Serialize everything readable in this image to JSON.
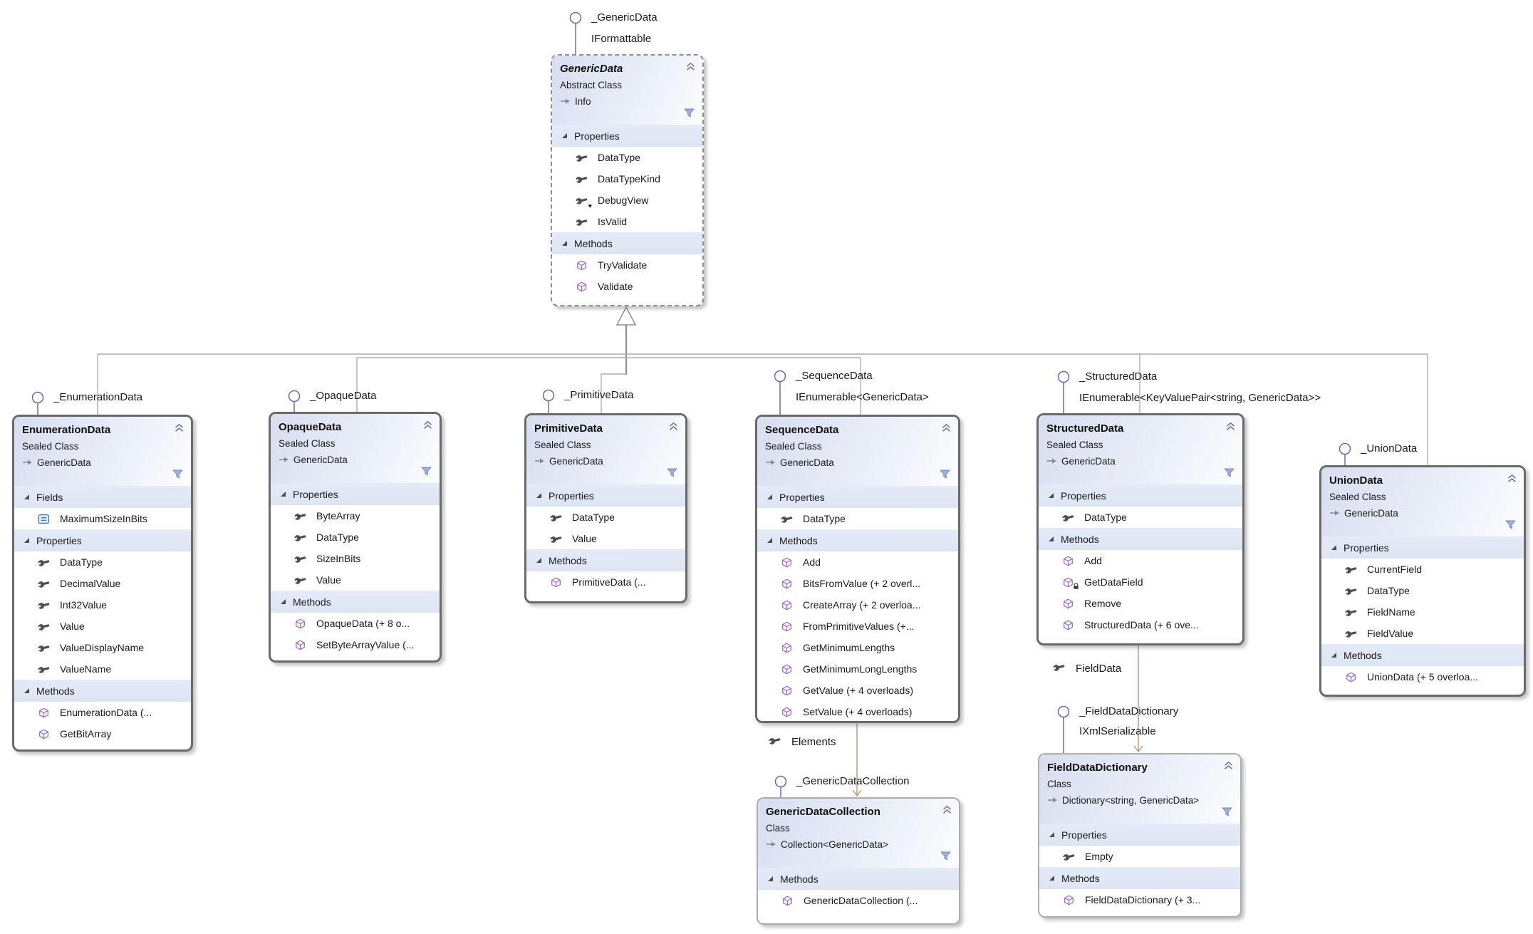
{
  "diagram": {
    "classes": [
      {
        "id": "genericdata",
        "title": "GenericData",
        "stereotype": "Abstract Class",
        "base": "Info",
        "lollipop": {
          "label": "_GenericData",
          "interface": "IFormattable"
        },
        "sections": [
          {
            "label": "Properties",
            "items": [
              {
                "name": "DataType",
                "kind": "property"
              },
              {
                "name": "DataTypeKind",
                "kind": "property"
              },
              {
                "name": "DebugView",
                "kind": "property",
                "overlay": "internal"
              },
              {
                "name": "IsValid",
                "kind": "property"
              }
            ]
          },
          {
            "label": "Methods",
            "items": [
              {
                "name": "TryValidate",
                "kind": "method"
              },
              {
                "name": "Validate",
                "kind": "method"
              }
            ]
          }
        ]
      },
      {
        "id": "enumerationdata",
        "title": "EnumerationData",
        "stereotype": "Sealed Class",
        "base": "GenericData",
        "lollipop": {
          "label": "_EnumerationData"
        },
        "sections": [
          {
            "label": "Fields",
            "items": [
              {
                "name": "MaximumSizeInBits",
                "kind": "field"
              }
            ]
          },
          {
            "label": "Properties",
            "items": [
              {
                "name": "DataType",
                "kind": "property"
              },
              {
                "name": "DecimalValue",
                "kind": "property"
              },
              {
                "name": "Int32Value",
                "kind": "property"
              },
              {
                "name": "Value",
                "kind": "property"
              },
              {
                "name": "ValueDisplayName",
                "kind": "property"
              },
              {
                "name": "ValueName",
                "kind": "property"
              }
            ]
          },
          {
            "label": "Methods",
            "items": [
              {
                "name": "EnumerationData  (...",
                "kind": "method"
              },
              {
                "name": "GetBitArray",
                "kind": "method"
              }
            ]
          }
        ]
      },
      {
        "id": "opaquedata",
        "title": "OpaqueData",
        "stereotype": "Sealed Class",
        "base": "GenericData",
        "lollipop": {
          "label": "_OpaqueData"
        },
        "sections": [
          {
            "label": "Properties",
            "items": [
              {
                "name": "ByteArray",
                "kind": "property"
              },
              {
                "name": "DataType",
                "kind": "property"
              },
              {
                "name": "SizeInBits",
                "kind": "property"
              },
              {
                "name": "Value",
                "kind": "property"
              }
            ]
          },
          {
            "label": "Methods",
            "items": [
              {
                "name": "OpaqueData (+ 8 o...",
                "kind": "method"
              },
              {
                "name": "SetByteArrayValue  (...",
                "kind": "method"
              }
            ]
          }
        ]
      },
      {
        "id": "primitivedata",
        "title": "PrimitiveData",
        "stereotype": "Sealed Class",
        "base": "GenericData",
        "lollipop": {
          "label": "_PrimitiveData"
        },
        "sections": [
          {
            "label": "Properties",
            "items": [
              {
                "name": "DataType",
                "kind": "property"
              },
              {
                "name": "Value",
                "kind": "property"
              }
            ]
          },
          {
            "label": "Methods",
            "items": [
              {
                "name": "PrimitiveData  (...",
                "kind": "method"
              }
            ]
          }
        ]
      },
      {
        "id": "sequencedata",
        "title": "SequenceData",
        "stereotype": "Sealed Class",
        "base": "GenericData",
        "lollipop": {
          "label": "_SequenceData",
          "interface": "IEnumerable<GenericData>"
        },
        "sections": [
          {
            "label": "Properties",
            "items": [
              {
                "name": "DataType",
                "kind": "property"
              }
            ]
          },
          {
            "label": "Methods",
            "items": [
              {
                "name": "Add",
                "kind": "method"
              },
              {
                "name": "BitsFromValue (+ 2 overl...",
                "kind": "method"
              },
              {
                "name": "CreateArray (+ 2 overloa...",
                "kind": "method"
              },
              {
                "name": "FromPrimitiveValues  (+...",
                "kind": "method"
              },
              {
                "name": "GetMinimumLengths",
                "kind": "method"
              },
              {
                "name": "GetMinimumLongLengths",
                "kind": "method"
              },
              {
                "name": "GetValue (+ 4 overloads)",
                "kind": "method"
              },
              {
                "name": "SetValue (+ 4 overloads)",
                "kind": "method"
              }
            ]
          }
        ]
      },
      {
        "id": "structureddata",
        "title": "StructuredData",
        "stereotype": "Sealed Class",
        "base": "GenericData",
        "lollipop": {
          "label": "_StructuredData",
          "interface": "IEnumerable<KeyValuePair<string, GenericData>>"
        },
        "sections": [
          {
            "label": "Properties",
            "items": [
              {
                "name": "DataType",
                "kind": "property"
              }
            ]
          },
          {
            "label": "Methods",
            "items": [
              {
                "name": "Add",
                "kind": "method"
              },
              {
                "name": "GetDataField",
                "kind": "method",
                "overlay": "protected"
              },
              {
                "name": "Remove",
                "kind": "method"
              },
              {
                "name": "StructuredData (+ 6 ove...",
                "kind": "method"
              }
            ]
          }
        ]
      },
      {
        "id": "uniondata",
        "title": "UnionData",
        "stereotype": "Sealed Class",
        "base": "GenericData",
        "lollipop": {
          "label": "_UnionData"
        },
        "sections": [
          {
            "label": "Properties",
            "items": [
              {
                "name": "CurrentField",
                "kind": "property"
              },
              {
                "name": "DataType",
                "kind": "property"
              },
              {
                "name": "FieldName",
                "kind": "property"
              },
              {
                "name": "FieldValue",
                "kind": "property"
              }
            ]
          },
          {
            "label": "Methods",
            "items": [
              {
                "name": "UnionData (+ 5 overloa...",
                "kind": "method"
              }
            ]
          }
        ]
      },
      {
        "id": "genericdatacollection",
        "title": "GenericDataCollection",
        "stereotype": "Class",
        "base": "Collection<GenericData>",
        "lollipop": {
          "label": "_GenericDataCollection"
        },
        "sections": [
          {
            "label": "Methods",
            "items": [
              {
                "name": "GenericDataCollection  (...",
                "kind": "method"
              }
            ]
          }
        ]
      },
      {
        "id": "fielddatadictionary",
        "title": "FieldDataDictionary",
        "stereotype": "Class",
        "base": "Dictionary<string, GenericData>",
        "lollipop": {
          "label": "_FieldDataDictionary",
          "interface": "IXmlSerializable"
        },
        "sections": [
          {
            "label": "Properties",
            "items": [
              {
                "name": "Empty",
                "kind": "property"
              }
            ]
          },
          {
            "label": "Methods",
            "items": [
              {
                "name": "FieldDataDictionary  (+ 3...",
                "kind": "method"
              }
            ]
          }
        ]
      }
    ],
    "associations": [
      {
        "label": "Elements"
      },
      {
        "label": "FieldData"
      }
    ],
    "icons": {
      "property": "wrench-icon",
      "method": "cube-icon",
      "field": "field-icon",
      "filter": "funnel-icon",
      "collapse": "double-chevron-up-icon",
      "expanded": "expander-triangle-icon",
      "base": "arrow-right-icon",
      "internal_overlay": "heart-icon",
      "protected_overlay": "lock-icon",
      "interface": "lollipop-icon"
    },
    "colors": {
      "section_band": "#dde5f4",
      "header_gradient_start": "#d7def0",
      "sealed_border": "#6a6a6a",
      "regular_border": "#adadad",
      "abstract_border": "#8f8f8f",
      "inheritance_connector": "#a9a9a9",
      "association_connector": "#b89579",
      "lollipop": "#6a6aad",
      "method_icon": "#9468be",
      "property_icon": "#4e4e50",
      "field_icon": "#4472b9",
      "filter_icon": "#9db1dc"
    }
  }
}
